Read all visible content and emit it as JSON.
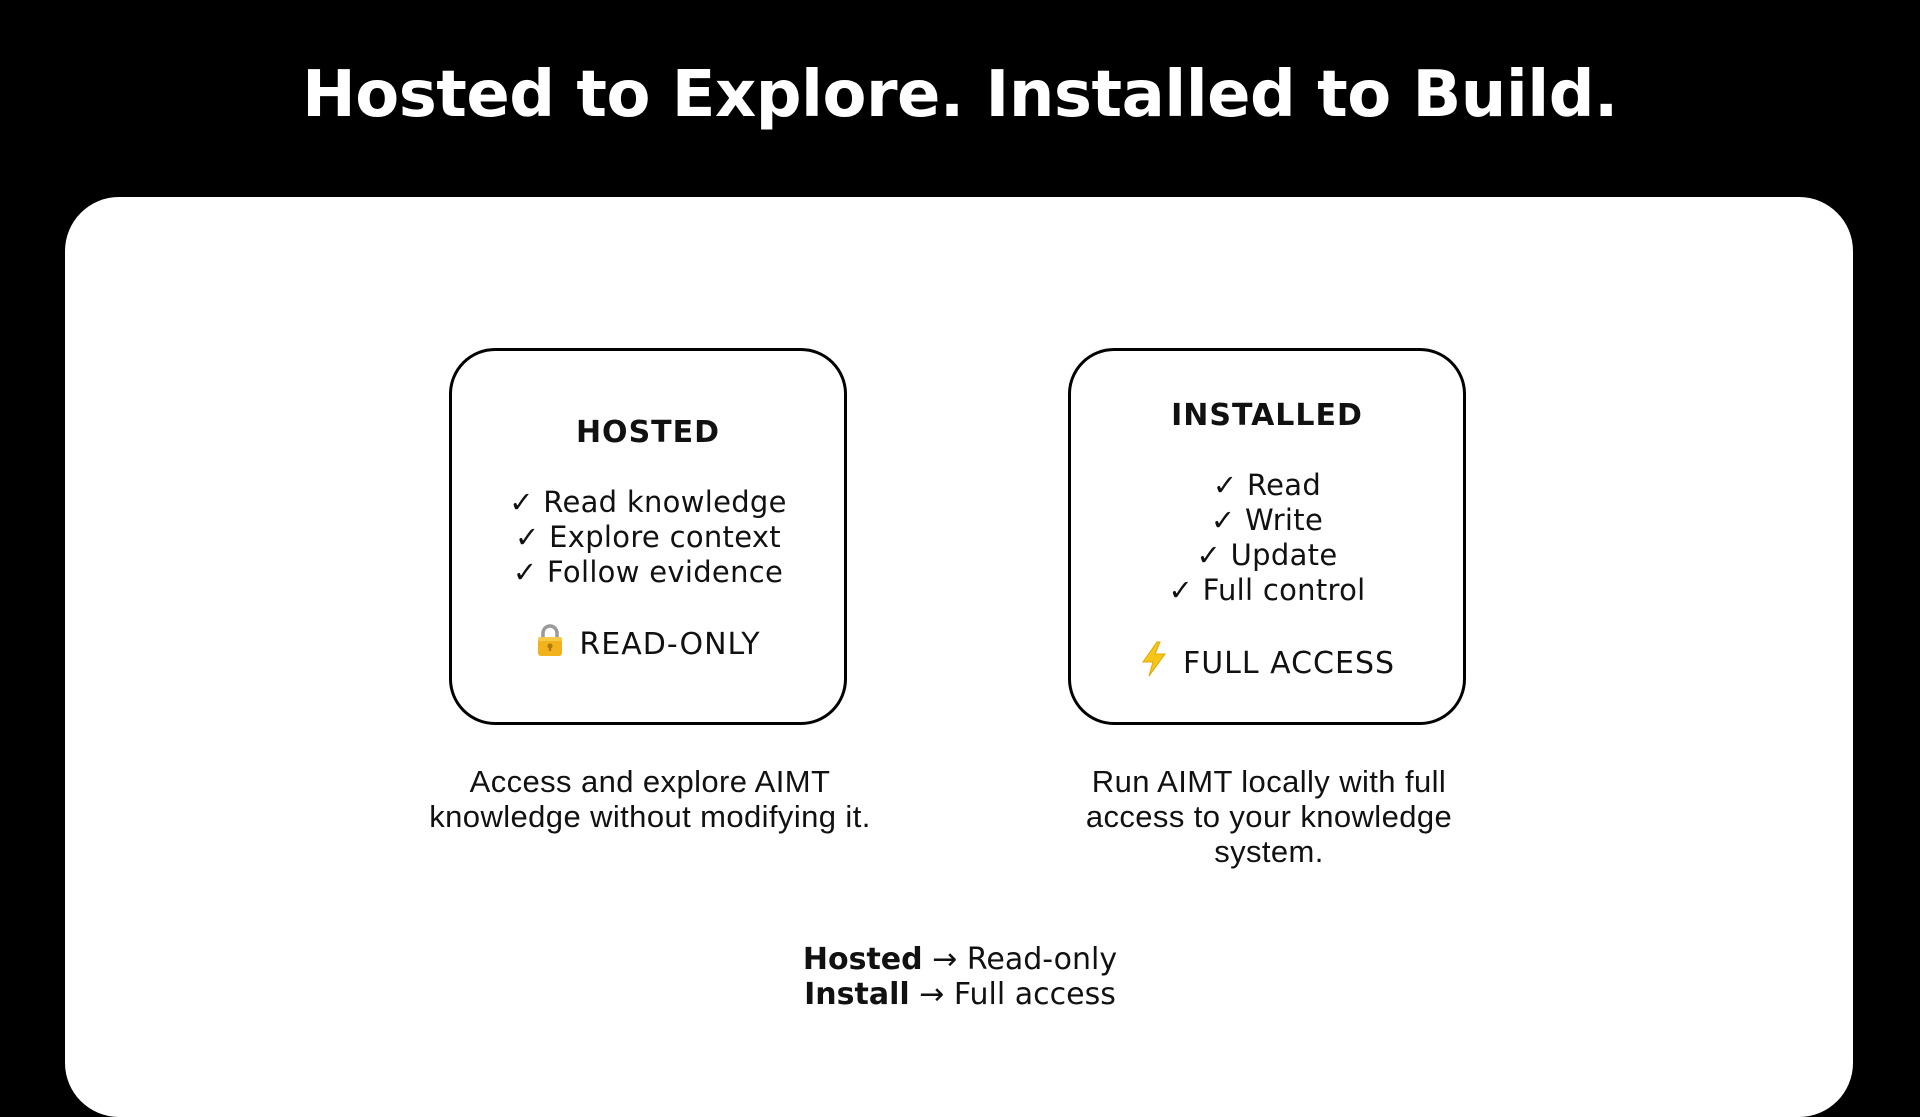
{
  "title": "Hosted to Explore. Installed to Build.",
  "cards": [
    {
      "heading": "HOSTED",
      "items": [
        "✓ Read knowledge",
        "✓ Explore context",
        "✓ Follow evidence"
      ],
      "badge": "READ-ONLY",
      "badge_icon": "lock-icon",
      "description": "Access and explore AIMT knowledge without modifying it."
    },
    {
      "heading": "INSTALLED",
      "items": [
        "✓ Read",
        "✓ Write",
        "✓ Update",
        "✓ Full control"
      ],
      "badge": "FULL ACCESS",
      "badge_icon": "lightning-bolt-icon",
      "description": "Run AIMT locally with full access to your knowledge system."
    }
  ],
  "summary": [
    {
      "label": "Hosted",
      "arrow": "→",
      "value": "Read-only"
    },
    {
      "label": "Install",
      "arrow": "→",
      "value": "Full access"
    }
  ],
  "colors": {
    "background": "#000000",
    "panel": "#ffffff",
    "lock": "#f2b21b",
    "bolt": "#f5c518"
  }
}
